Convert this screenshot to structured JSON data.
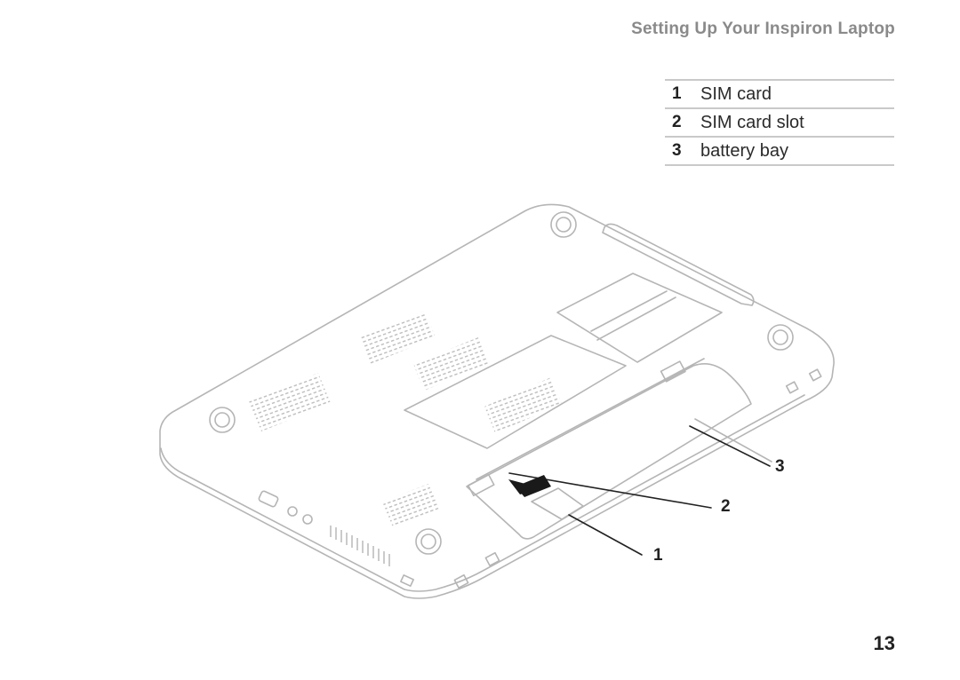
{
  "header": {
    "title": "Setting Up Your Inspiron Laptop"
  },
  "legend": {
    "items": [
      {
        "number": "1",
        "label": "SIM card"
      },
      {
        "number": "2",
        "label": "SIM card slot"
      },
      {
        "number": "3",
        "label": "battery bay"
      }
    ]
  },
  "callouts": [
    {
      "number": "1"
    },
    {
      "number": "2"
    },
    {
      "number": "3"
    }
  ],
  "footer": {
    "page_number": "13"
  },
  "colors": {
    "line": "#b5b5b5",
    "dark": "#222222",
    "header_gray": "#8a8a8a"
  }
}
